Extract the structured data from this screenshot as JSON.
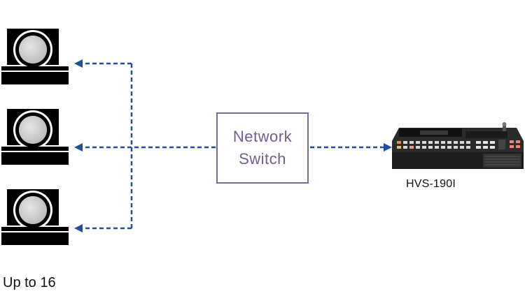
{
  "labels": {
    "camera_count": "Up to 16",
    "switch_line1": "Network",
    "switch_line2": "Switch",
    "switcher_model": "HVS-190I"
  },
  "colors": {
    "connector": "#1f4fa0",
    "switch_border": "#7b6aa0",
    "switch_text": "#6f5e98"
  },
  "icons": {
    "camera": "ptz-camera-icon",
    "switcher": "video-switcher-console-icon"
  }
}
